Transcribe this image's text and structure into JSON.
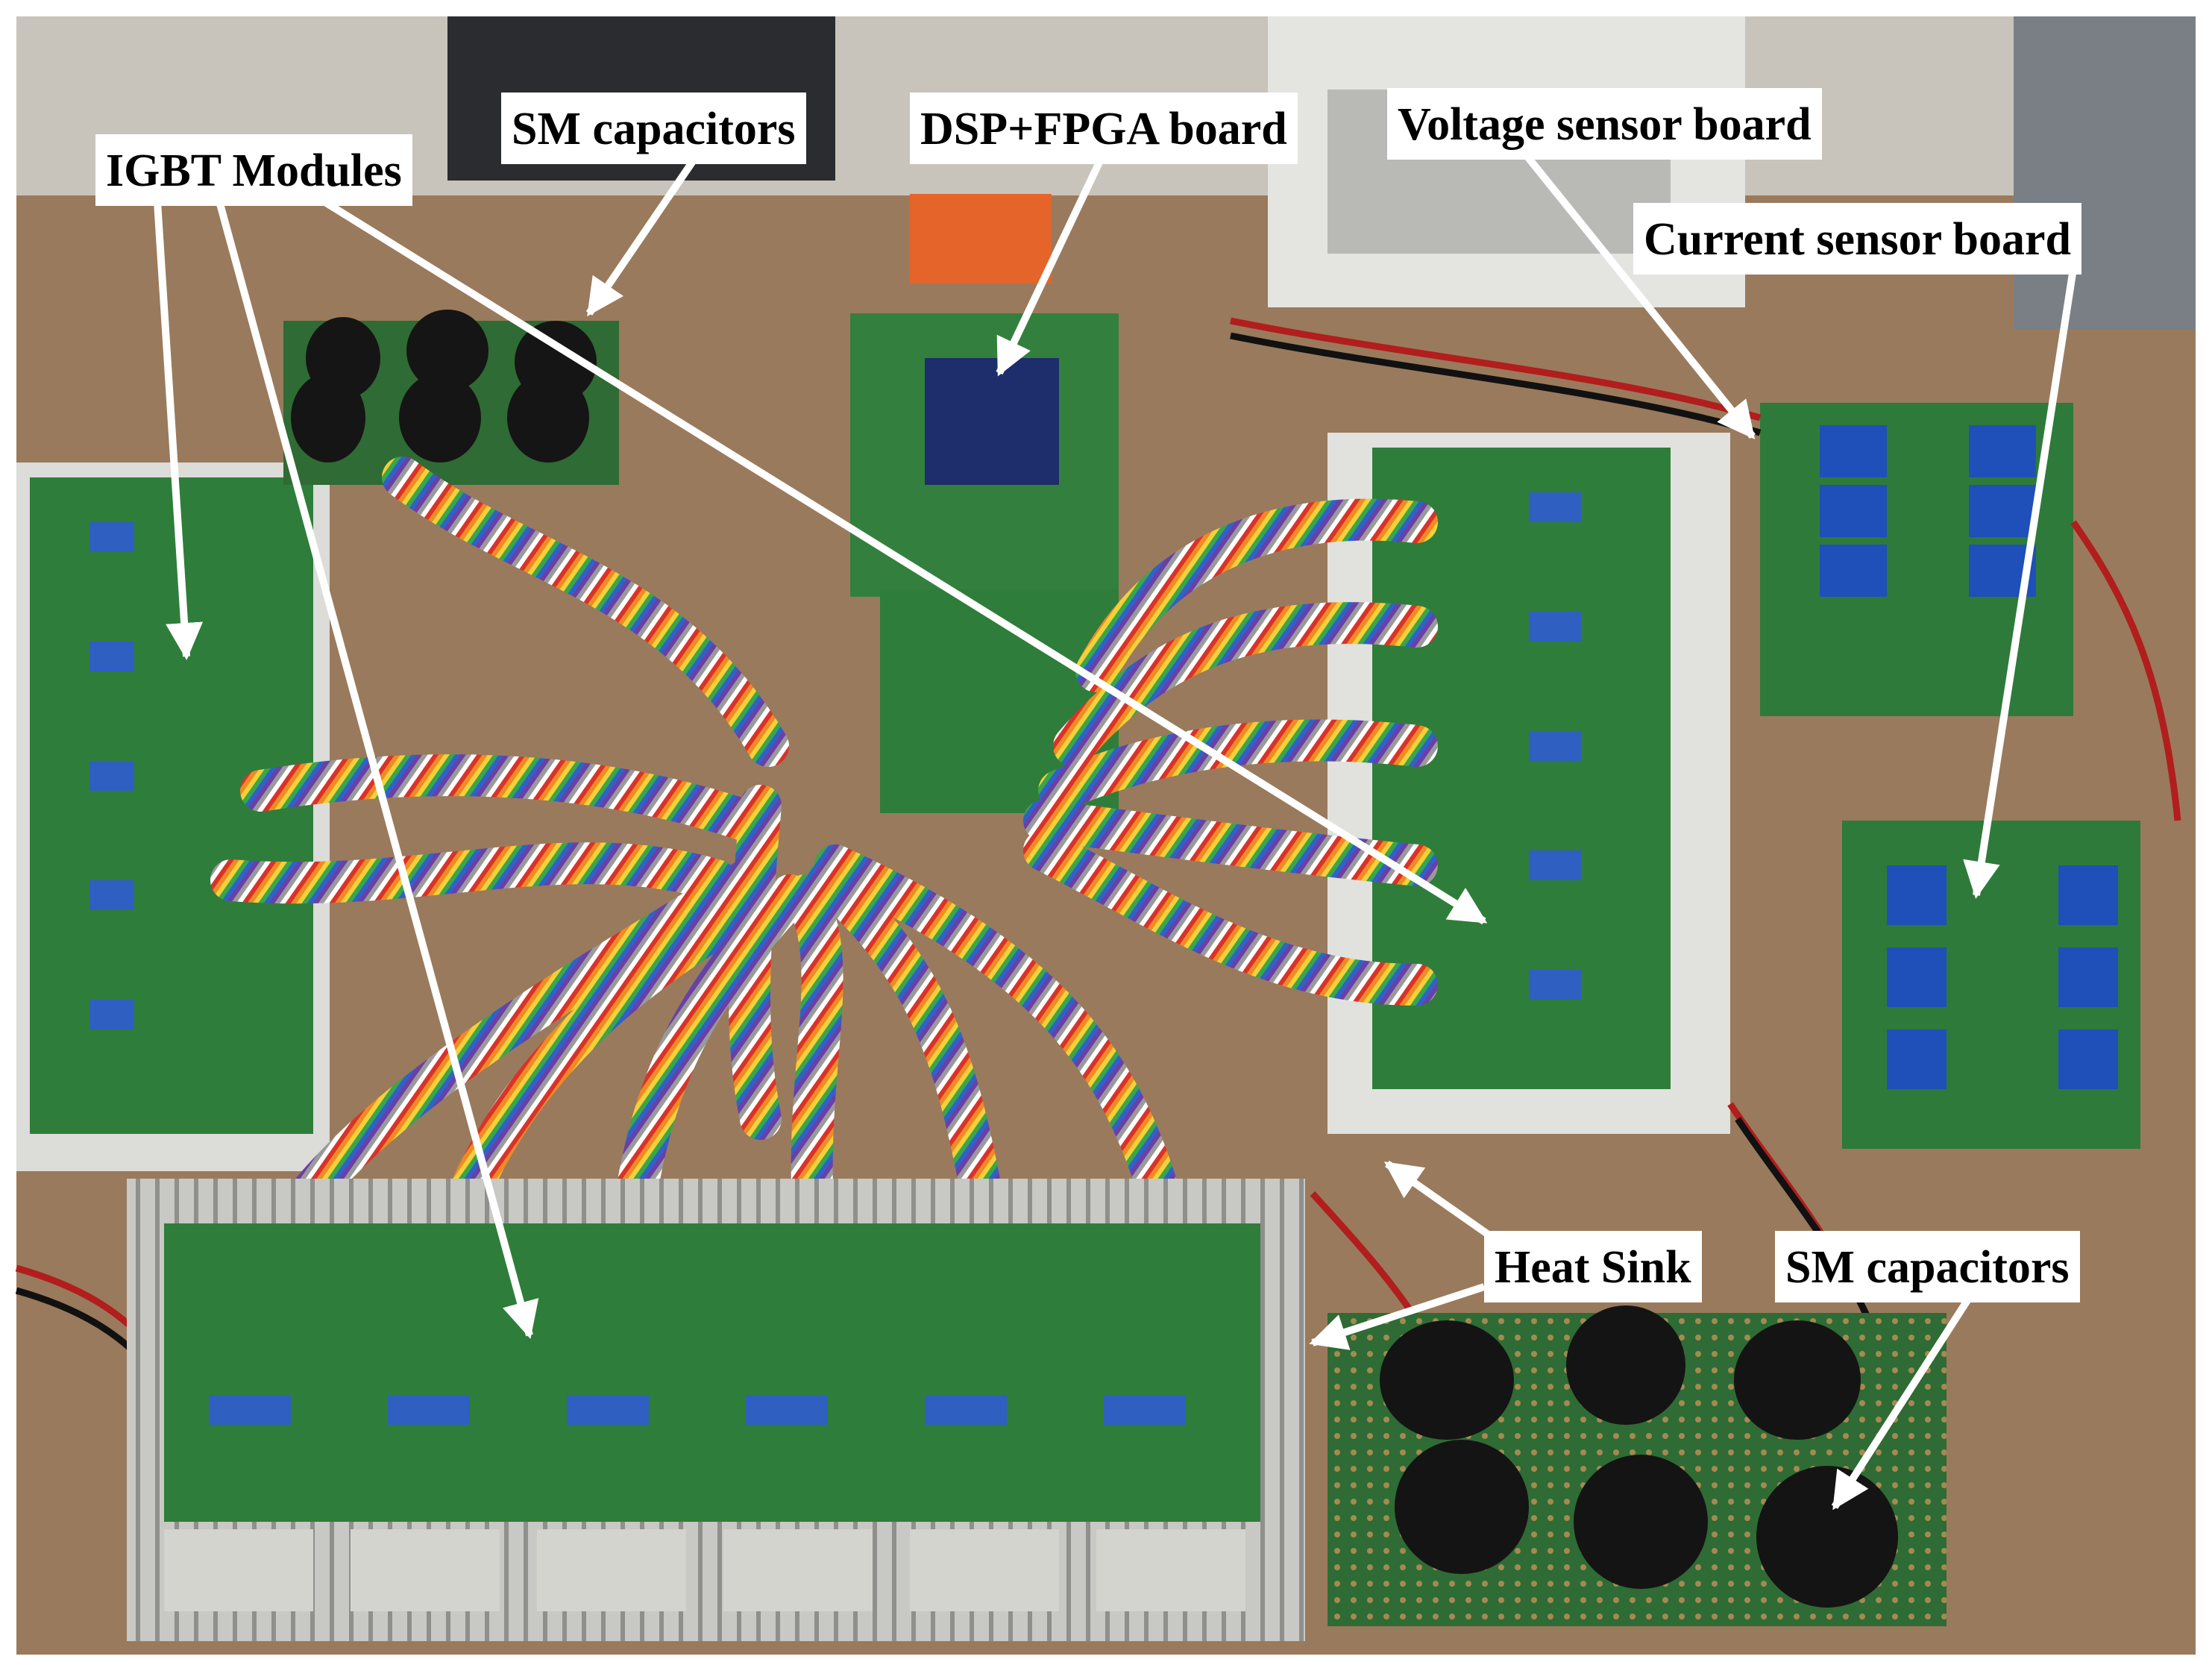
{
  "photo": {
    "description_kind": "photograph of modular multilevel converter laboratory prototype"
  },
  "annotations": {
    "igbt_modules": "IGBT Modules",
    "sm_capacitors_top": "SM capacitors",
    "dsp_fpga_board": "DSP+FPGA board",
    "voltage_sensor_board": "Voltage sensor board",
    "current_sensor_board": "Current sensor board",
    "heat_sink": "Heat Sink",
    "sm_capacitors_bottom": "SM capacitors"
  },
  "colors": {
    "pcb_green": "#2f7d3a",
    "heatsink_silver": "#d9d9d6",
    "table_wood": "#9a7a5c",
    "label_bg": "#ffffff",
    "arrow": "#ffffff"
  }
}
